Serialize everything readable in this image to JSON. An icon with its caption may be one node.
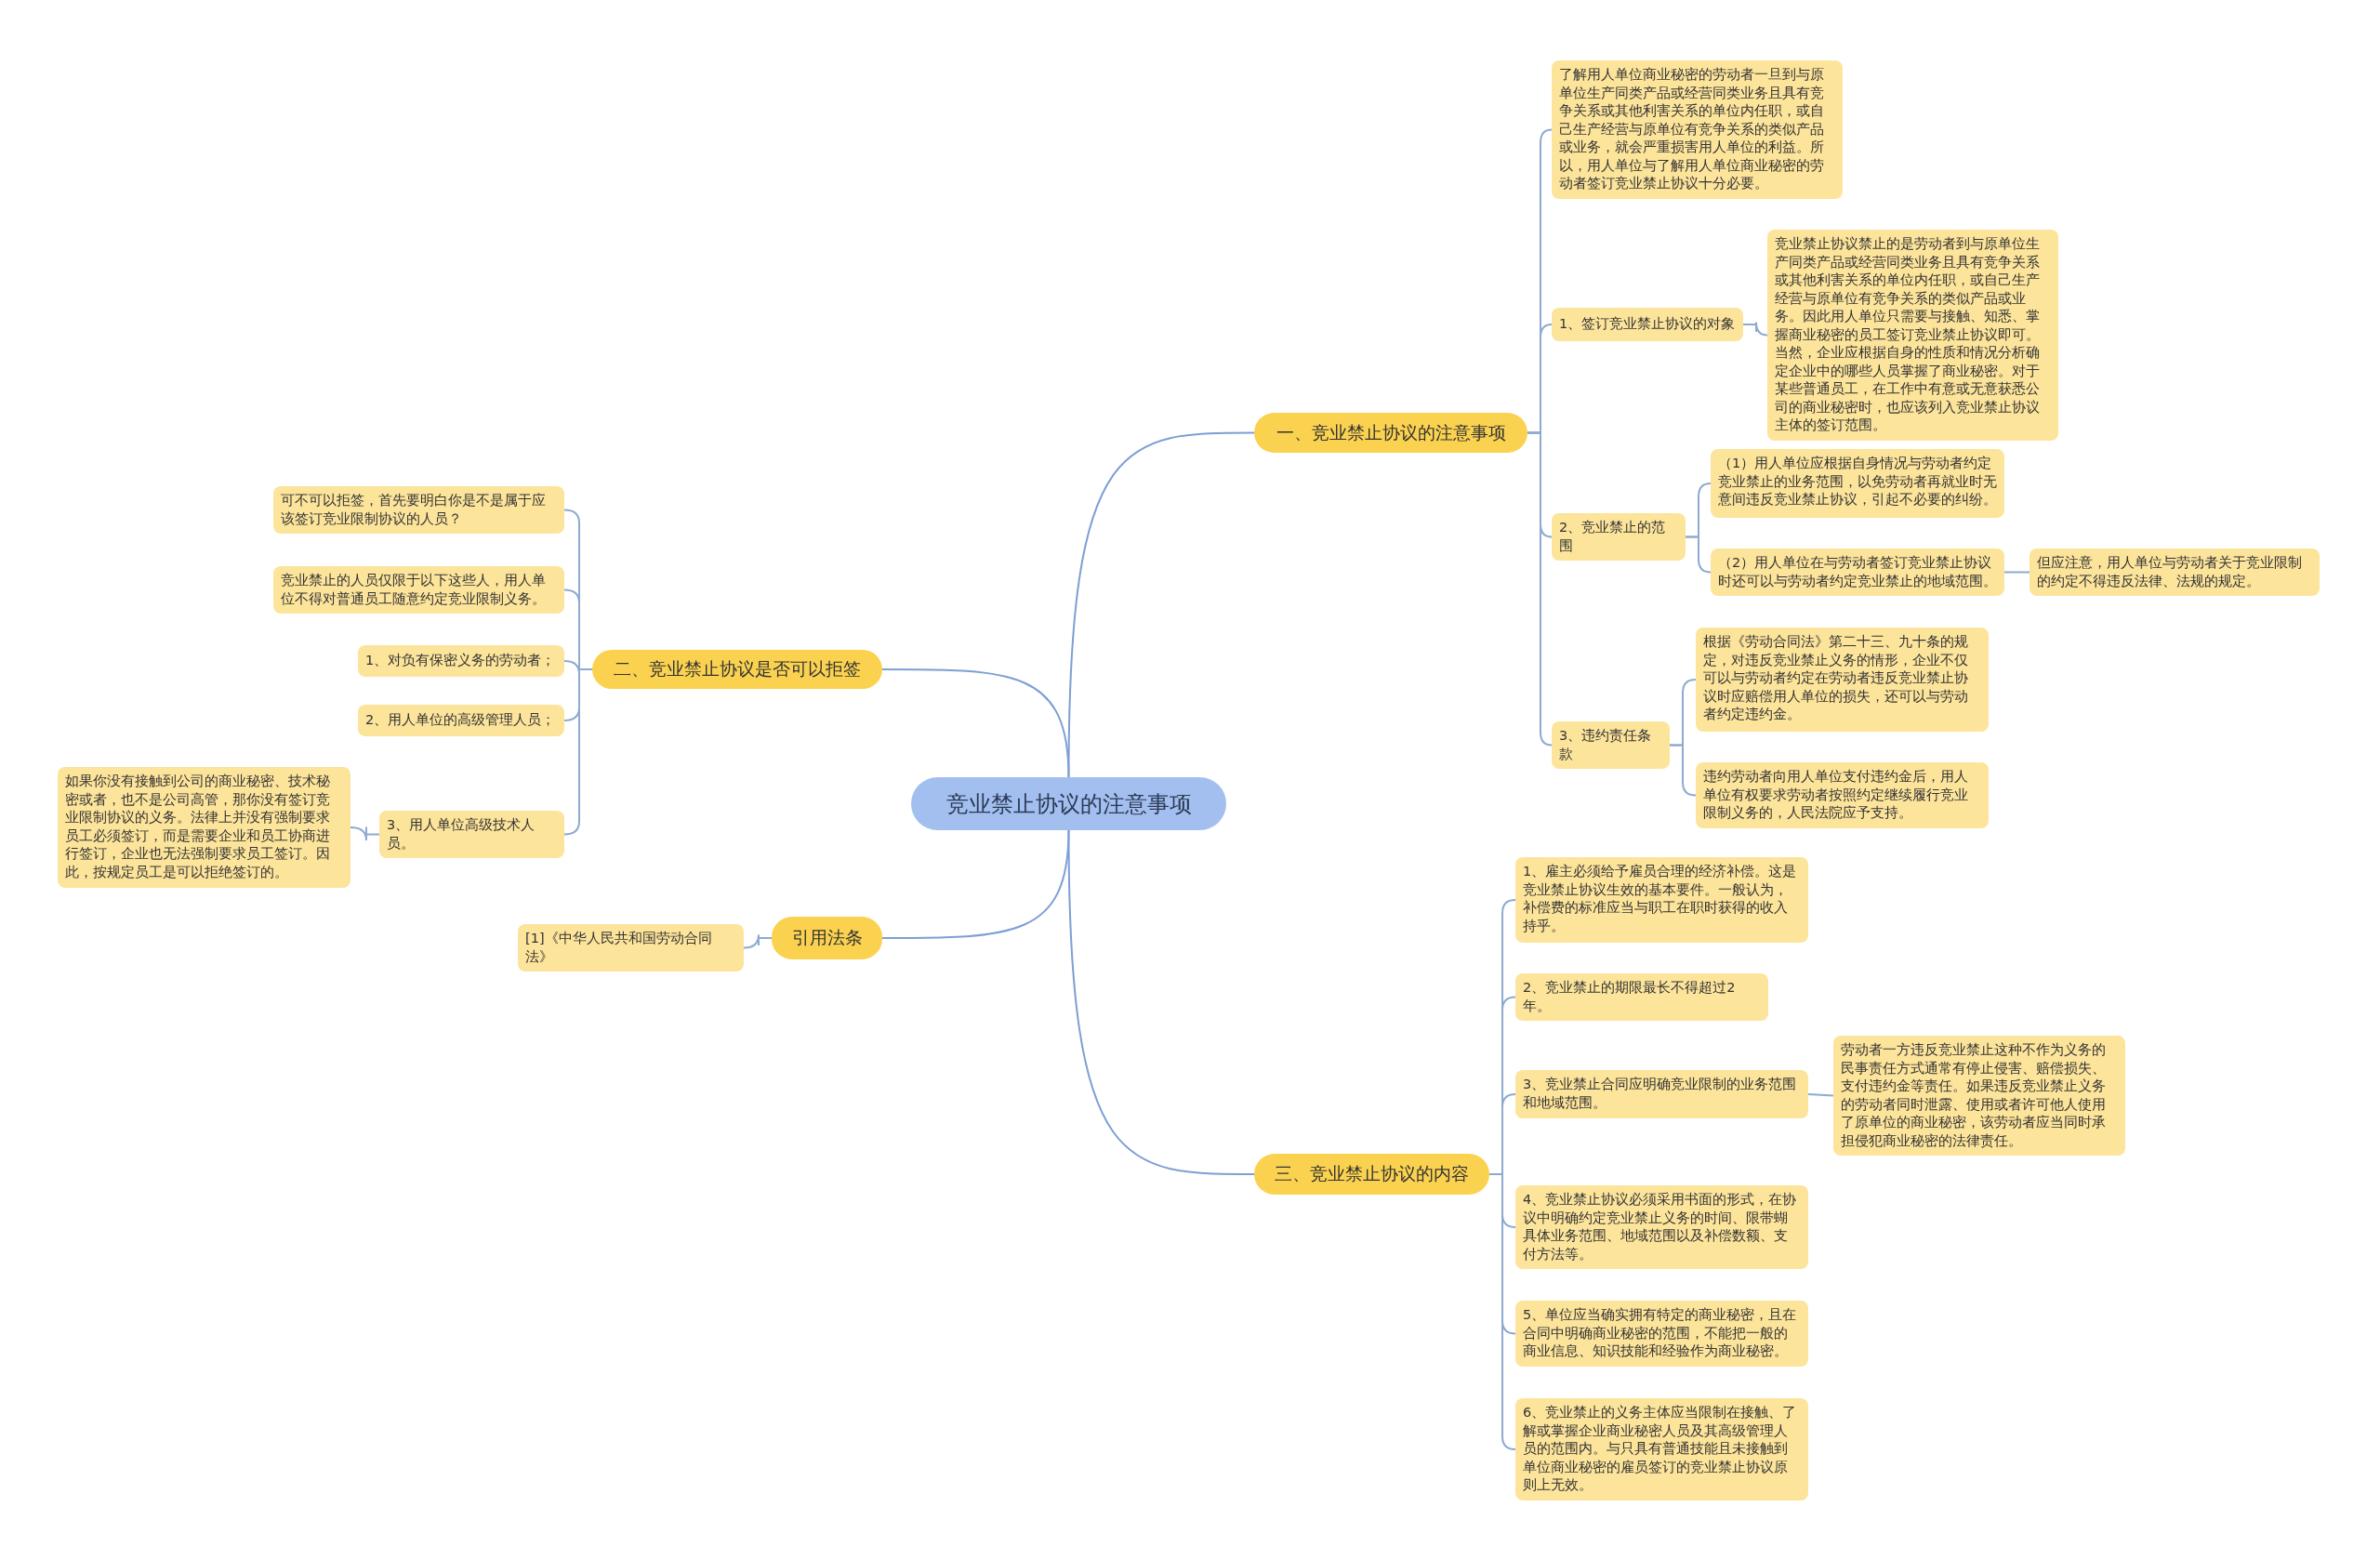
{
  "diagram": {
    "nodes": [
      {
        "text": [
          "竞业禁止协议的注意事项"
        ]
      },
      {
        "text": [
          "一、竞业禁止协议的注意事项"
        ]
      },
      {
        "text": [
          "了解用人单位商业秘密的劳动者一旦到与原单位生产同类产品或经营同类业务且具有竞争关系或其他利害关系的单位内任职，或自己生产经营与原单位有竞争关系的类似产品或业务，就会严重损害用人单位的利益。所以，用人单位与了解用人单位商业秘密的劳动者签订竞业禁止协议十分必要。"
        ]
      },
      {
        "text": [
          "1、签订竞业禁止协议的对象"
        ]
      },
      {
        "text": [
          "竞业禁止协议禁止的是劳动者到与原单位生产同类产品或经营同类业务且具有竞争关系或其他利害关系的单位内任职，或自己生产经营与原单位有竞争关系的类似产品或业务。因此用人单位只需要与接触、知悉、掌握商业秘密的员工签订竞业禁止协议即可。当然，企业应根据自身的性质和情况分析确定企业中的哪些人员掌握了商业秘密。对于某些普通员工，在工作中有意或无意获悉公司的商业秘密时，也应该列入竞业禁止协议主体的签订范围。"
        ]
      },
      {
        "text": [
          "2、竞业禁止的范围"
        ]
      },
      {
        "text": [
          "（1）用人单位应根据自身情况与劳动者约定竞业禁止的业务范围，以免劳动者再就业时无意间违反竞业禁止协议，引起不必要的纠纷。"
        ]
      },
      {
        "text": [
          "（2）用人单位在与劳动者签订竞业禁止协议时还可以与劳动者约定竞业禁止的地域范围。"
        ]
      },
      {
        "text": [
          "但应注意，用人单位与劳动者关于竞业限制的约定不得违反法律、法规的规定。"
        ]
      },
      {
        "text": [
          "3、违约责任条款"
        ]
      },
      {
        "text": [
          "根据《劳动合同法》第二十三、九十条的规定，对违反竞业禁止义务的情形，企业不仅可以与劳动者约定在劳动者违反竞业禁止协议时应赔偿用人单位的损失，还可以与劳动者约定违约金。"
        ]
      },
      {
        "text": [
          "违约劳动者向用人单位支付违约金后，用人单位有权要求劳动者按照约定继续履行竞业限制义务的，人民法院应予支持。"
        ]
      },
      {
        "text": [
          "二、竞业禁止协议是否可以拒签"
        ]
      },
      {
        "text": [
          "可不可以拒签，首先要明白你是不是属于应该签订竞业限制协议的人员？"
        ]
      },
      {
        "text": [
          "竞业禁止的人员仅限于以下这些人，用人单位不得对普通员工随意约定竞业限制义务。"
        ]
      },
      {
        "text": [
          "1、对负有保密义务的劳动者；"
        ]
      },
      {
        "text": [
          "2、用人单位的高级管理人员；"
        ]
      },
      {
        "text": [
          "3、用人单位高级技术人员。"
        ]
      },
      {
        "text": [
          "如果你没有接触到公司的商业秘密、技术秘密或者，也不是公司高管，那你没有签订竞业限制协议的义务。法律上并没有强制要求员工必须签订，而是需要企业和员工协商进行签订，企业也无法强制要求员工签订。因此，按规定员工是可以拒绝签订的。"
        ]
      },
      {
        "text": [
          "引用法条"
        ]
      },
      {
        "text": [
          "[1]《中华人民共和国劳动合同法》"
        ]
      },
      {
        "text": [
          "三、竞业禁止协议的内容"
        ]
      },
      {
        "text": [
          "1、雇主必须给予雇员合理的经济补偿。这是竞业禁止协议生效的基本要件。一般认为，补偿费的标准应当与职工在职时获得的收入持乎。"
        ]
      },
      {
        "text": [
          "2、竞业禁止的期限最长不得超过2年。"
        ]
      },
      {
        "text": [
          "3、竞业禁止合同应明确竞业限制的业务范围和地域范围。"
        ]
      },
      {
        "text": [
          "劳动者一方违反竞业禁止这种不作为义务的民事责任方式通常有停止侵害、赔偿损失、支付违约金等责任。如果违反竞业禁止义务的劳动者同时泄露、使用或者许可他人使用了原单位的商业秘密，该劳动者应当同时承担侵犯商业秘密的法律责任。"
        ]
      },
      {
        "text": [
          "4、竞业禁止协议必须采用书面的形式，在协议中明确约定竞业禁止义务的时间、限带蝴具体业务范围、地域范围以及补偿数额、支付方法等。"
        ]
      },
      {
        "text": [
          "5、单位应当确实拥有特定的商业秘密，且在合同中明确商业秘密的范围，不能把一般的商业信息、知识技能和经验作为商业秘密。"
        ]
      },
      {
        "text": [
          "6、竞业禁止的义务主体应当限制在接触、了解或掌握企业商业秘密人员及其高级管理人员的范围内。与只具有普通技能且未接触到单位商业秘密的雇员签订的竞业禁止协议原则上无效。"
        ]
      }
    ],
    "edges": [
      {
        "from": 0,
        "to": 1,
        "arrow": "none"
      },
      {
        "from": 1,
        "to": 2,
        "arrow": "none"
      },
      {
        "from": 1,
        "to": 3,
        "arrow": "none"
      },
      {
        "from": 3,
        "to": 4,
        "arrow": "none"
      },
      {
        "from": 1,
        "to": 5,
        "arrow": "none"
      },
      {
        "from": 5,
        "to": 6,
        "arrow": "none"
      },
      {
        "from": 5,
        "to": 7,
        "arrow": "none"
      },
      {
        "from": 7,
        "to": 8,
        "arrow": "none"
      },
      {
        "from": 1,
        "to": 9,
        "arrow": "none"
      },
      {
        "from": 9,
        "to": 10,
        "arrow": "none"
      },
      {
        "from": 9,
        "to": 11,
        "arrow": "none"
      },
      {
        "from": 0,
        "to": 12,
        "arrow": "none"
      },
      {
        "from": 12,
        "to": 13,
        "arrow": "none"
      },
      {
        "from": 12,
        "to": 14,
        "arrow": "none"
      },
      {
        "from": 12,
        "to": 15,
        "arrow": "none"
      },
      {
        "from": 12,
        "to": 16,
        "arrow": "none"
      },
      {
        "from": 12,
        "to": 17,
        "arrow": "none"
      },
      {
        "from": 17,
        "to": 18,
        "arrow": "none"
      },
      {
        "from": 0,
        "to": 19,
        "arrow": "none"
      },
      {
        "from": 19,
        "to": 20,
        "arrow": "none"
      },
      {
        "from": 0,
        "to": 21,
        "arrow": "none"
      },
      {
        "from": 21,
        "to": 22,
        "arrow": "none"
      },
      {
        "from": 21,
        "to": 23,
        "arrow": "none"
      },
      {
        "from": 21,
        "to": 24,
        "arrow": "none"
      },
      {
        "from": 24,
        "to": 25,
        "arrow": "none"
      },
      {
        "from": 21,
        "to": 26,
        "arrow": "none"
      },
      {
        "from": 21,
        "to": 27,
        "arrow": "none"
      },
      {
        "from": 21,
        "to": 28,
        "arrow": "none"
      }
    ]
  }
}
